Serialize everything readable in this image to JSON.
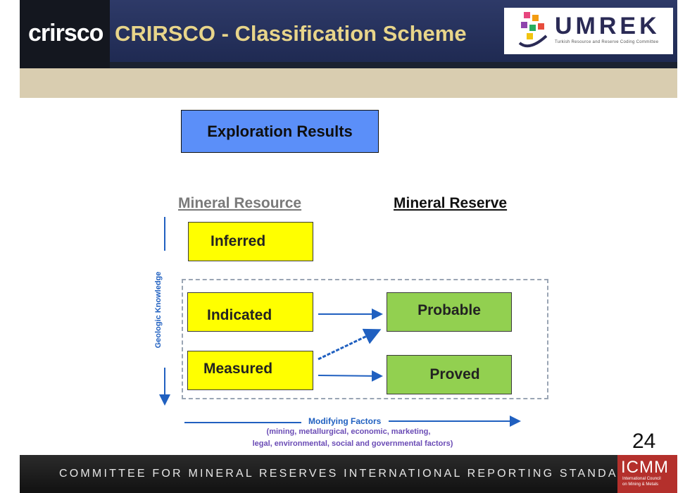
{
  "header": {
    "logo_text": "crirsco",
    "title": "CRIRSCO - Classification Scheme",
    "partner_logo": "UMREK",
    "partner_subtitle": "Turkish Resource and Reserve Coding Committee"
  },
  "diagram": {
    "top_box": "Exploration Results",
    "resource_header": "Mineral Resource",
    "reserve_header": "Mineral Reserve",
    "resource_boxes": [
      "Inferred",
      "Indicated",
      "Measured"
    ],
    "reserve_boxes": [
      "Probable",
      "Proved"
    ],
    "vertical_axis_label": "Geologic Knowledge",
    "horizontal_axis_label": "Modifying Factors",
    "factors_line1": "(mining, metallurgical, economic, marketing,",
    "factors_line2": "legal, environmental, social and governmental factors)"
  },
  "page_number": "24",
  "footer": {
    "text": "COMMITTEE FOR MINERAL RESERVES INTERNATIONAL REPORTING STANDARDS",
    "badge": "ICMM",
    "badge_sub1": "International Council",
    "badge_sub2": "on Mining & Metals"
  },
  "colors": {
    "exploration_fill": "#5b8ff9",
    "resource_fill": "#ffff00",
    "reserve_fill": "#92d050",
    "arrow": "#2060c0",
    "title_text": "#e8d58a"
  }
}
